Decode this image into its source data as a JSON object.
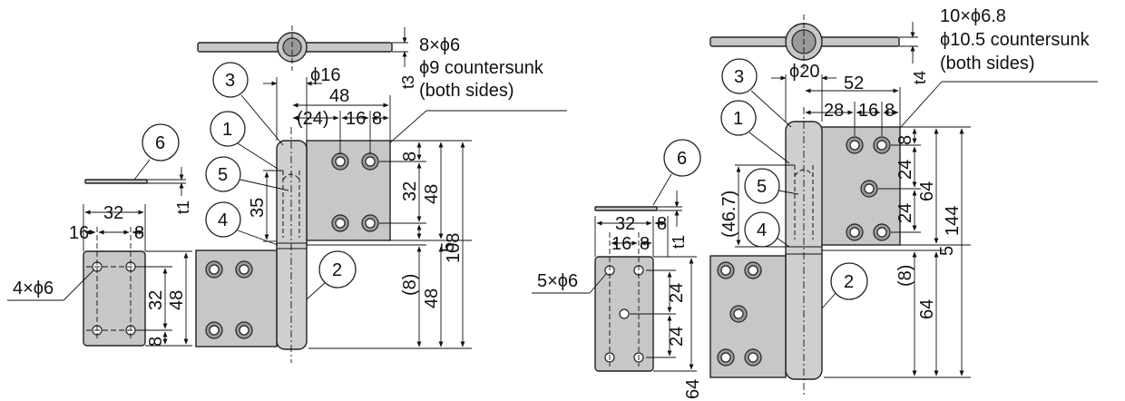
{
  "left": {
    "note_holes": "8×ϕ6",
    "note_cs": "ϕ9 countersunk",
    "note_sides": "(both sides)",
    "thickness": "t3",
    "pin_dia": "ϕ16",
    "dim_48_top": "48",
    "dim_24": "(24)",
    "dim_16": "16",
    "dim_8_top": "8",
    "v_8": "8",
    "v_32": "32",
    "v_48_upper": "48",
    "v_108": "108",
    "v_5": "5",
    "v_8_paren": "(8)",
    "v_48_lower": "48",
    "v_35": "35",
    "callouts": [
      "1",
      "2",
      "3",
      "4",
      "5",
      "6"
    ],
    "washer_t": "t1",
    "plate_32": "32",
    "plate_16": "16",
    "plate_8": "8",
    "plate_holes": "4×ϕ6",
    "plate_v32": "32",
    "plate_v48": "48",
    "plate_v8": "8"
  },
  "right": {
    "note_holes": "10×ϕ6.8",
    "note_cs": "ϕ10.5 countersunk",
    "note_sides": "(both sides)",
    "thickness": "t4",
    "pin_dia": "ϕ20",
    "dim_52": "52",
    "dim_28": "28",
    "dim_16": "16",
    "dim_8_top": "8",
    "v_8": "8",
    "v_24_a": "24",
    "v_64_upper": "64",
    "v_24_b": "24",
    "v_144": "144",
    "v_5": "5",
    "v_8_paren": "(8)",
    "v_64_lower": "64",
    "v_46_7": "(46.7)",
    "callouts": [
      "1",
      "2",
      "3",
      "4",
      "5",
      "6"
    ],
    "washer_t": "t1",
    "plate_32": "32",
    "plate_16": "16",
    "plate_8": "8",
    "plate_8_top": "8",
    "plate_holes": "5×ϕ6",
    "plate_v24_a": "24",
    "plate_v24_b": "24",
    "plate_v64": "64"
  }
}
